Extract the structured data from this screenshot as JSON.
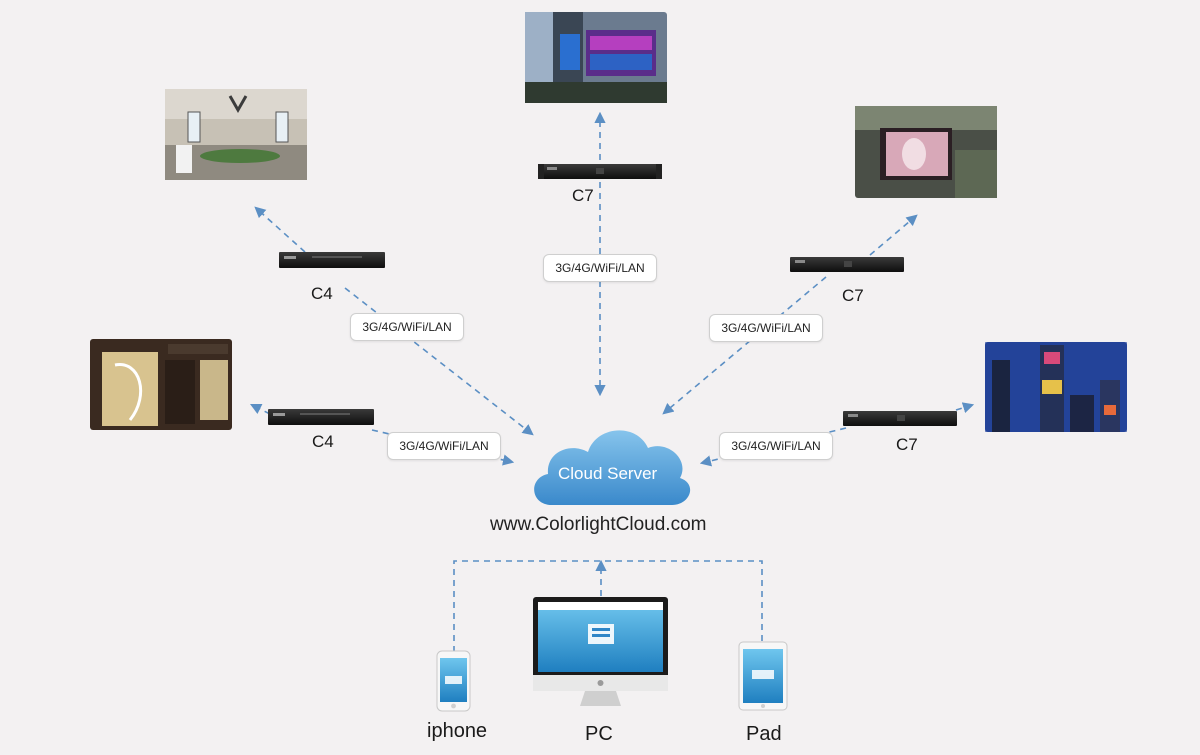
{
  "cloud": {
    "label": "Cloud Server",
    "url": "www.ColorlightCloud.com"
  },
  "network_label": "3G/4G/WiFi/LAN",
  "controllers": {
    "top": "C7",
    "upper_left": "C4",
    "upper_right": "C7",
    "lower_left": "C4",
    "lower_right": "C7"
  },
  "clients": {
    "phone": "iphone",
    "pc": "PC",
    "pad": "Pad"
  },
  "colors": {
    "arrow": "#5b8fc4",
    "cloud_top": "#7dbbe6",
    "cloud_bottom": "#3f8fcf"
  }
}
